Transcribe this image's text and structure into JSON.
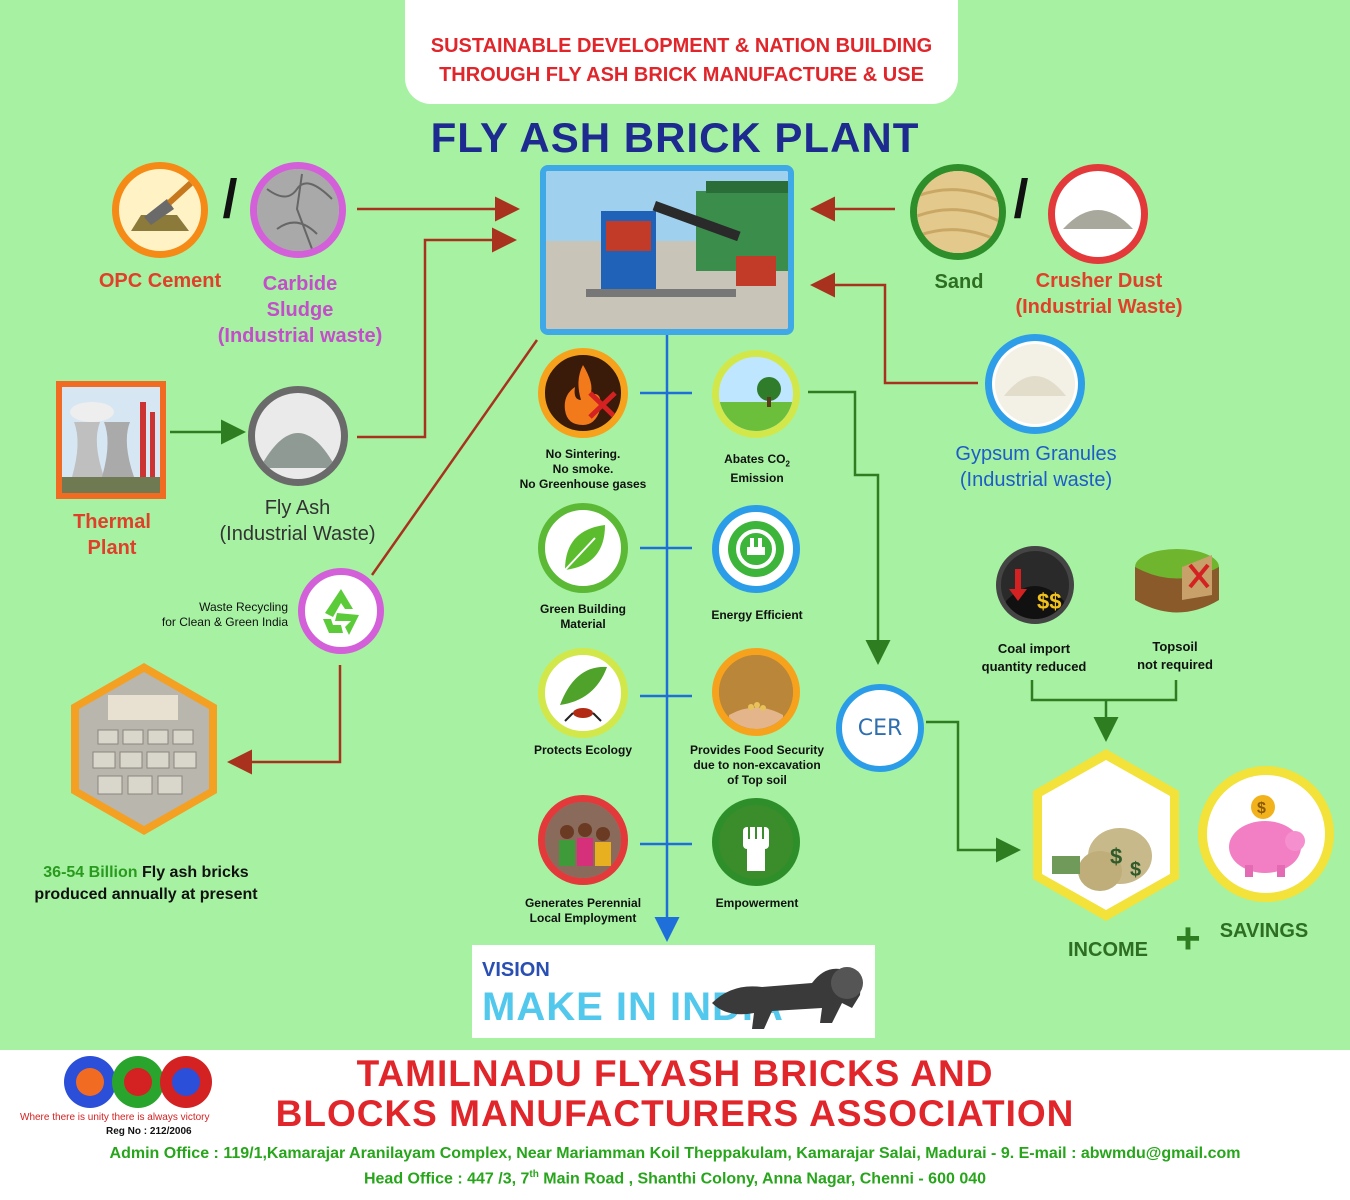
{
  "header": {
    "line1": "SUSTAINABLE DEVELOPMENT & NATION BUILDING",
    "line2": "THROUGH FLY ASH BRICK MANUFACTURE & USE"
  },
  "title": "FLY ASH BRICK PLANT",
  "inputs": {
    "opc_cement": "OPC Cement",
    "slash": "/",
    "carbide_line1": "Carbide",
    "carbide_line2": "Sludge",
    "carbide_line3": "(Industrial waste)",
    "thermal_line1": "Thermal",
    "thermal_line2": "Plant",
    "flyash_line1": "Fly Ash",
    "flyash_line2": "(Industrial Waste)",
    "sand": "Sand",
    "crusher_line1": "Crusher Dust",
    "crusher_line2": "(Industrial Waste)",
    "gypsum_line1": "Gypsum Granules",
    "gypsum_line2": "(Industrial waste)"
  },
  "recycle": {
    "line1": "Waste Recycling",
    "line2": "for Clean & Green India"
  },
  "bricks": {
    "highlight": "36-54 Billion",
    "line1_rest": " Fly ash bricks",
    "line2": "produced annually at present"
  },
  "benefits": {
    "sinter_1": "No Sintering.",
    "sinter_2": "No smoke.",
    "sinter_3": "No Greenhouse gases",
    "co2_1": "Abates CO",
    "co2_sub": "2",
    "co2_2": "Emission",
    "green_1": "Green Building",
    "green_2": "Material",
    "energy": "Energy Efficient",
    "ecology": "Protects Ecology",
    "food_1": "Provides Food Security",
    "food_2": "due to non-excavation",
    "food_3": "of Top soil",
    "emp_1": "Generates Perennial",
    "emp_2": "Local Employment",
    "empowerment": "Empowerment"
  },
  "cer": "CER",
  "coal_1": "Coal import",
  "coal_2": "quantity reduced",
  "topsoil_1": "Topsoil",
  "topsoil_2": "not required",
  "income": "INCOME",
  "plus": "+",
  "savings": "SAVINGS",
  "vision": {
    "small": "VISION",
    "big": "MAKE IN INDIA"
  },
  "footer": {
    "motto": "Where there is unity there is always victory",
    "reg": "Reg No : 212/2006",
    "name1": "TAMILNADU FLYASH BRICKS AND",
    "name2": "BLOCKS MANUFACTURERS ASSOCIATION",
    "admin": "Admin Office : 119/1,Kamarajar Aranilayam Complex, Near Mariamman Koil Theppakulam, Kamarajar Salai, Madurai - 9. E-mail : abwmdu@gmail.com",
    "head_pre": "Head Office : 447 /3, 7",
    "head_sup": "th",
    "head_post": " Main Road , Shanthi Colony, Anna Nagar, Chenni - 600 040"
  },
  "colors": {
    "bg": "#a6f2a2",
    "title_blue": "#1d2a8f",
    "red": "#e0252b",
    "arrow_red": "#a8321d",
    "arrow_green": "#2e7d20",
    "blue_line": "#1e6fd9",
    "footer_green": "#27a51b"
  }
}
